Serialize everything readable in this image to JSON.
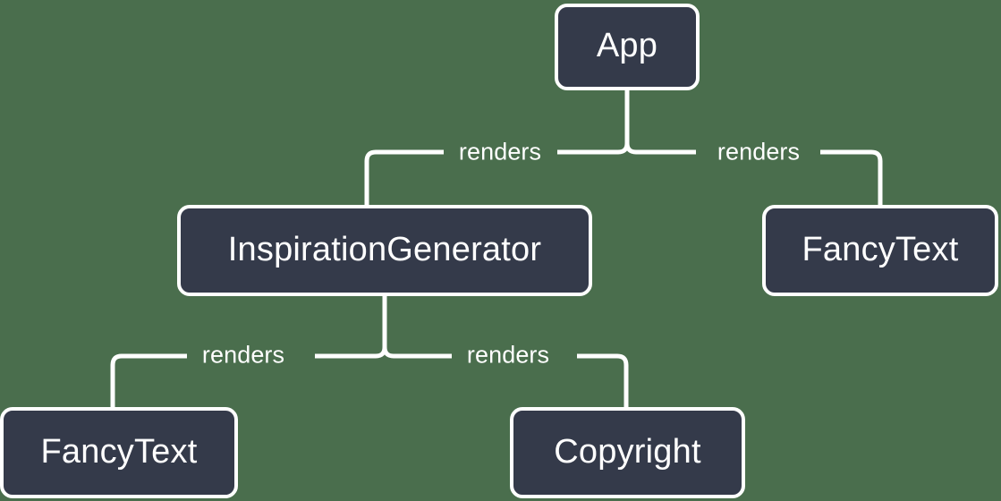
{
  "diagram": {
    "type": "component-render-tree",
    "background_color": "#4a6e4d",
    "node_fill_color": "#343a4a",
    "node_border_color": "#ffffff",
    "edge_color": "#ffffff",
    "text_color": "#ffffff",
    "nodes": [
      {
        "id": "app",
        "label": "App"
      },
      {
        "id": "inspiration",
        "label": "InspirationGenerator"
      },
      {
        "id": "fancytext-right",
        "label": "FancyText"
      },
      {
        "id": "fancytext-bottom",
        "label": "FancyText"
      },
      {
        "id": "copyright",
        "label": "Copyright"
      }
    ],
    "edges": [
      {
        "from": "app",
        "to": "inspiration",
        "label": "renders"
      },
      {
        "from": "app",
        "to": "fancytext-right",
        "label": "renders"
      },
      {
        "from": "inspiration",
        "to": "fancytext-bottom",
        "label": "renders"
      },
      {
        "from": "inspiration",
        "to": "copyright",
        "label": "renders"
      }
    ]
  }
}
